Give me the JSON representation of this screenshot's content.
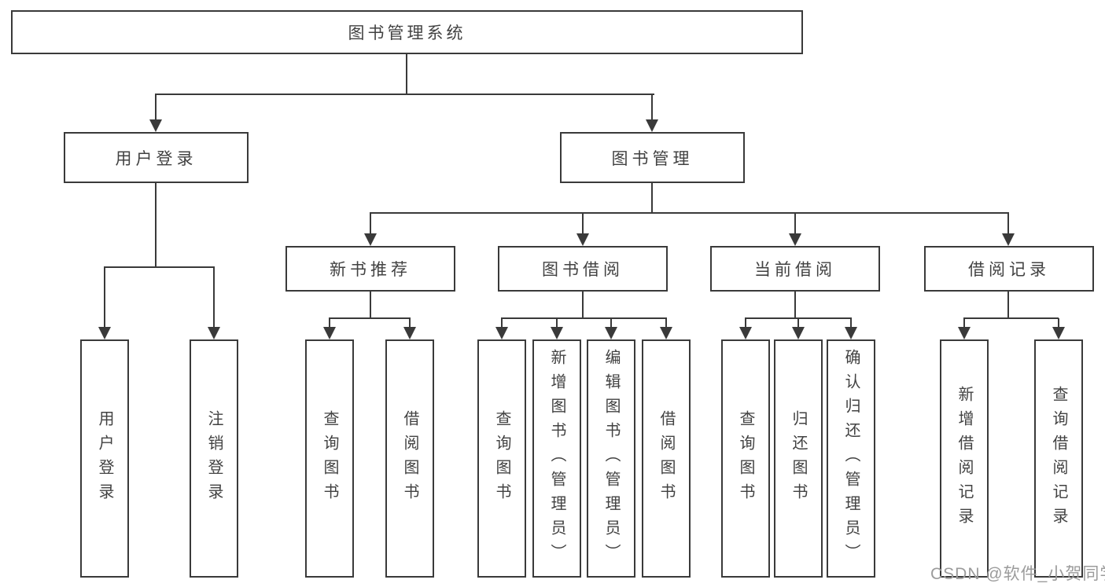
{
  "tree": {
    "root": "图书管理系统",
    "branches": [
      {
        "label": "用户登录",
        "leaves": [
          "用户登录",
          "注销登录"
        ]
      },
      {
        "label": "图书管理",
        "groups": [
          {
            "label": "新书推荐",
            "leaves": [
              "查询图书",
              "借阅图书"
            ]
          },
          {
            "label": "图书借阅",
            "leaves": [
              "查询图书",
              "新增图书（管理员）",
              "编辑图书（管理员）",
              "借阅图书"
            ]
          },
          {
            "label": "当前借阅",
            "leaves": [
              "查询图书",
              "归还图书",
              "确认归还（管理员）"
            ]
          },
          {
            "label": "借阅记录",
            "leaves": [
              "新增借阅记录",
              "查询借阅记录"
            ]
          }
        ]
      }
    ]
  },
  "watermark": "CSDN @软件_小贺同学",
  "colors": {
    "line": "#3a3a3a",
    "box_border": "#3a3a3a",
    "text": "#424242",
    "watermark": "#9b9b9b",
    "background": "#ffffff"
  }
}
